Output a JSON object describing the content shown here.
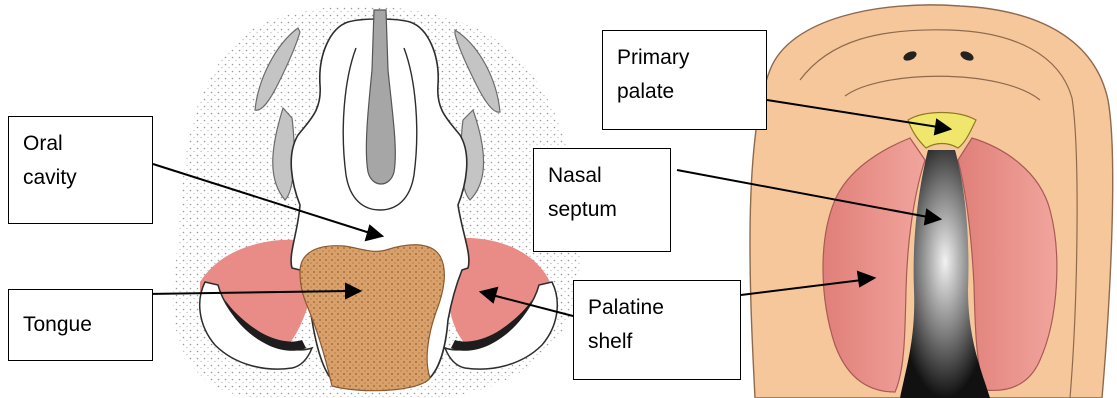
{
  "labels": {
    "oral_cavity": [
      "Oral",
      "cavity"
    ],
    "tongue": [
      "Tongue"
    ],
    "palatine_shelf": [
      "Palatine",
      "shelf"
    ],
    "primary_palate": [
      "Primary",
      "palate"
    ],
    "nasal_septum": [
      "Nasal",
      "septum"
    ]
  },
  "colors": {
    "stipple": "#b9b9b9",
    "mucosa_pink": "#e98b86",
    "tongue_orange": "#d79a63",
    "septum_gray": "#a6a6a6",
    "face_peach": "#f7c79c",
    "primary_palate_yellow": "#f0e66c",
    "shelf_pink": "#ea8c84",
    "septum_black": "#151515"
  }
}
